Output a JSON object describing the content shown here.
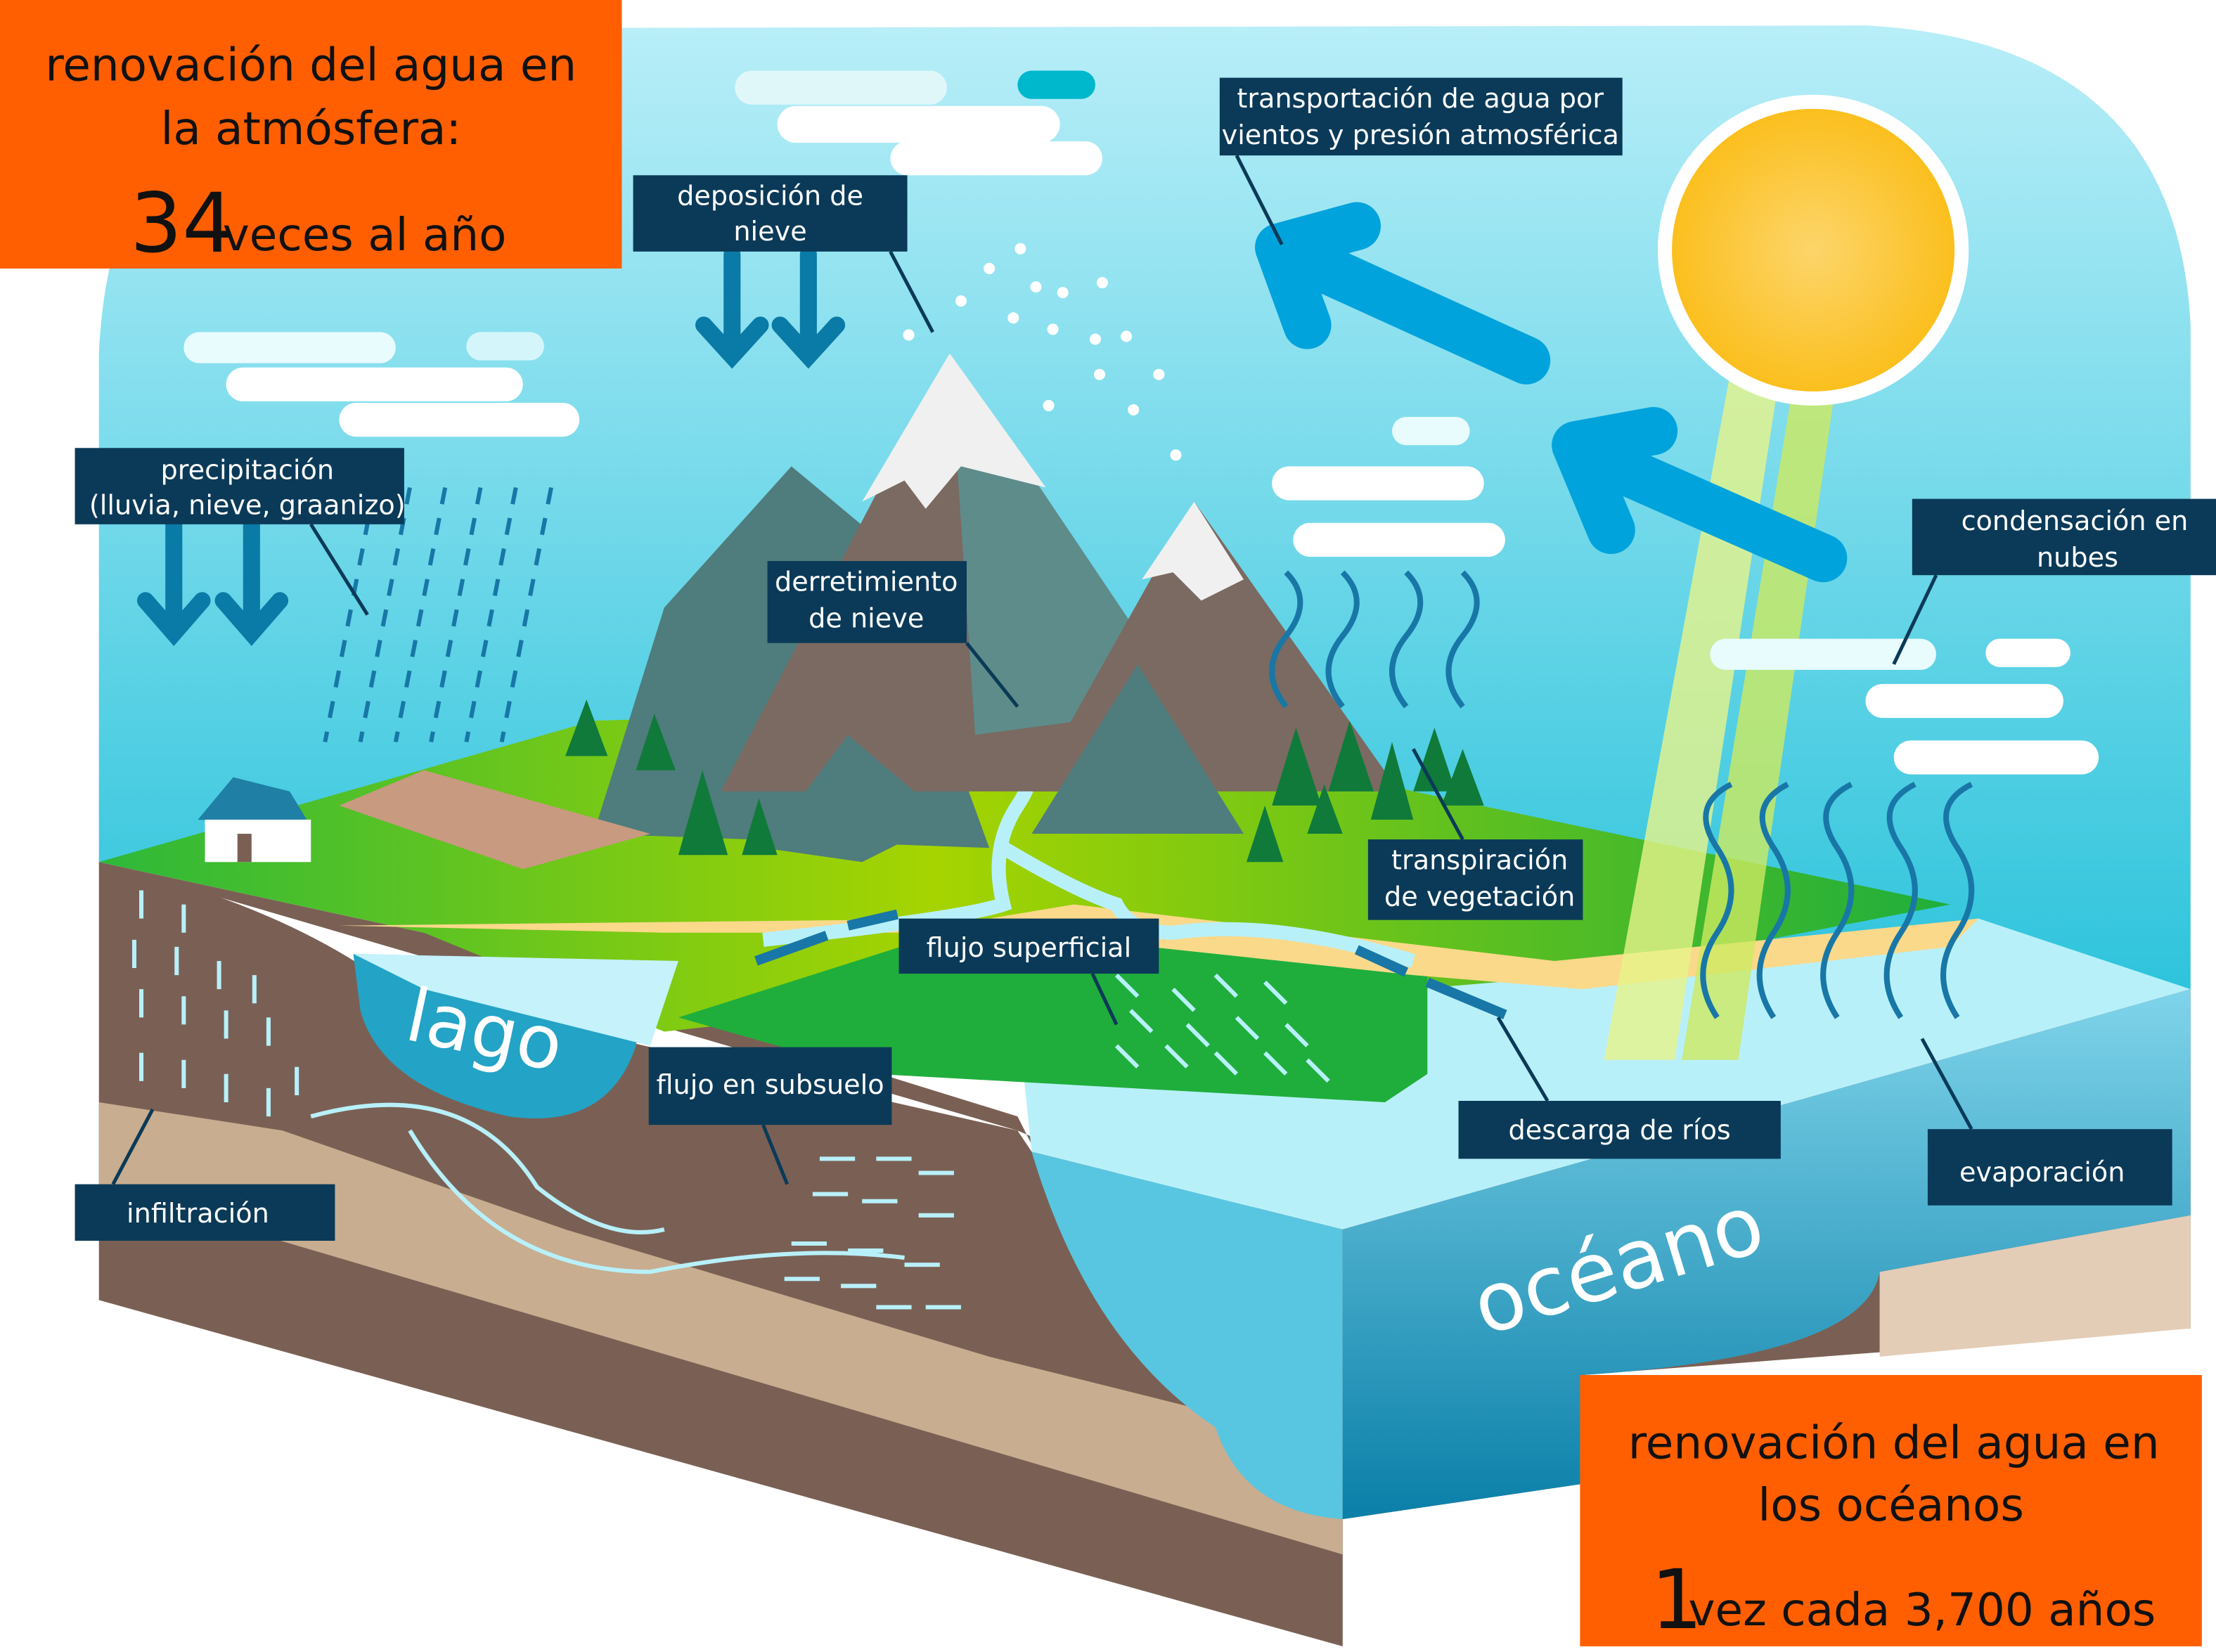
{
  "atmosphere_box": {
    "line1": "renovación del agua en",
    "line2": "la atmósfera:",
    "number": "34",
    "suffix": "veces al año"
  },
  "ocean_box": {
    "line1": "renovación del agua en",
    "line2": "los océanos",
    "number": "1",
    "suffix": "vez cada 3,700 años"
  },
  "labels": {
    "snow_deposition": [
      "deposición de",
      "nieve"
    ],
    "wind_transport": [
      "transportación de agua por",
      "vientos y presión atmosférica"
    ],
    "precipitation": [
      "precipitación",
      "(lluvia, nieve, graanizo)"
    ],
    "snowmelt": [
      "derretimiento",
      "de nieve"
    ],
    "condensation": [
      "condensación en",
      "nubes"
    ],
    "transpiration": [
      "transpiración",
      "de vegetación"
    ],
    "surface_flow": "flujo superficial",
    "subsurface_flow": "flujo en subsuelo",
    "river_discharge": "descarga de ríos",
    "evaporation": "evaporación",
    "infiltration": "infiltración"
  },
  "scene": {
    "lake": "lago",
    "ocean": "océano"
  },
  "colors": {
    "label_bg": "#0b3a58",
    "highlight_box": "#ff5f00",
    "sky": "#7fdcea",
    "land": "#2fb83a",
    "ocean": "#1a9cc0",
    "soil": "#7a6054",
    "sun": "#fcc935",
    "arrow": "#0098d8"
  }
}
